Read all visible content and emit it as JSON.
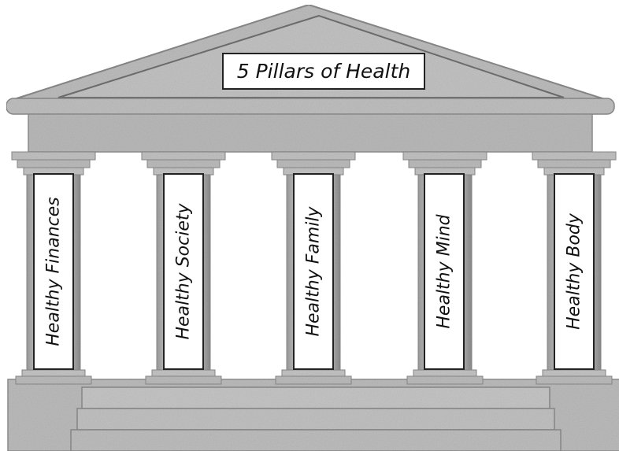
{
  "title": "5 Pillars of Health",
  "pillars": [
    "Healthy Finances",
    "Healthy Society",
    "Healthy Family",
    "Healthy Mind",
    "Healthy Body"
  ],
  "colors": {
    "stone": "#b9b9b9",
    "stone_dark": "#8f8f8f",
    "stone_light": "#d2d2d2",
    "outline": "#222222",
    "label_background": "#ffffff"
  }
}
